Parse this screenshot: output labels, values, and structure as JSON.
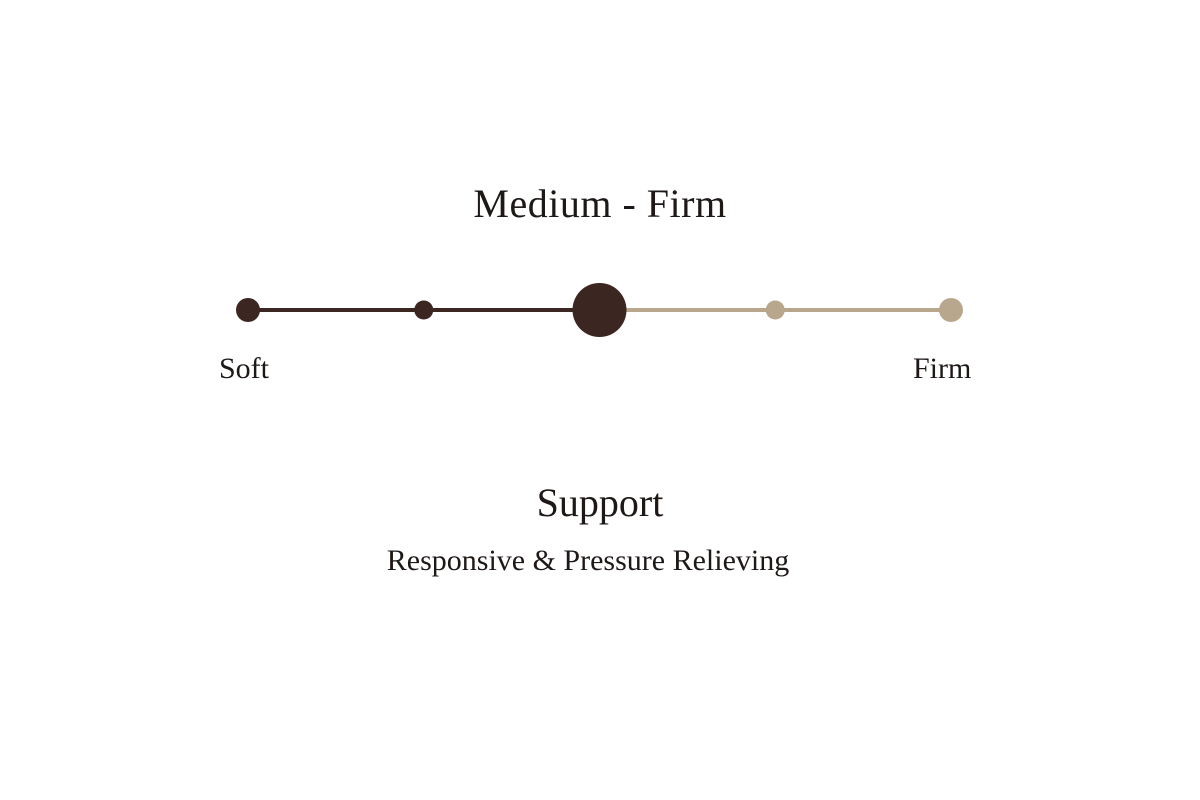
{
  "firmness": {
    "title": "Medium - Firm",
    "scale": {
      "min_label": "Soft",
      "max_label": "Firm",
      "steps": 5,
      "selected_index": 2,
      "active_color": "#3b2621",
      "inactive_color": "#b9a78d"
    }
  },
  "support": {
    "heading": "Support",
    "description": "Responsive & Pressure Relieving"
  }
}
